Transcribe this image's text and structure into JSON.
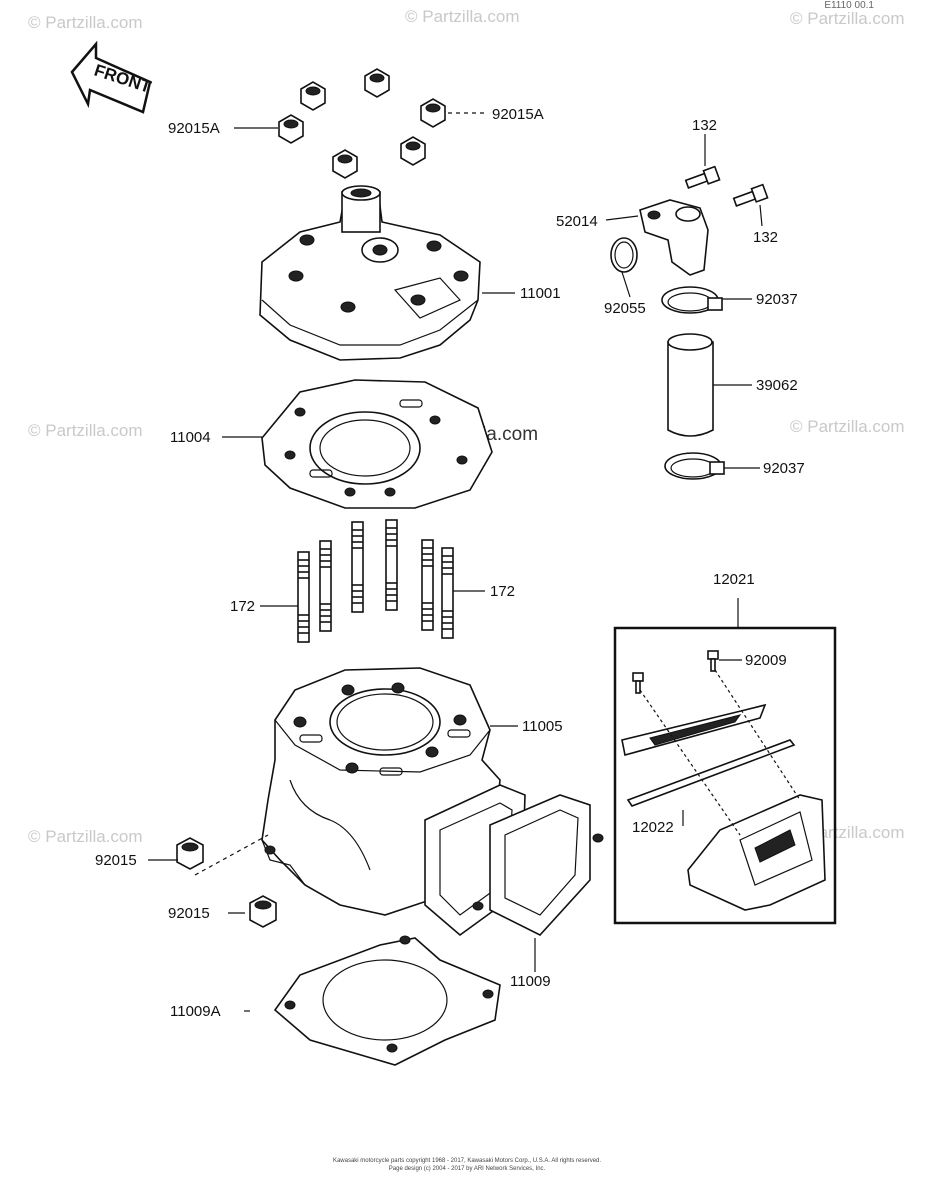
{
  "header_code": "E1110 00.1",
  "front_arrow_label": "FRONT",
  "watermarks": {
    "center": "© Partzilla.com",
    "edge": "© Partzilla.com"
  },
  "labels": {
    "nut_top_left": "92015A",
    "nut_top_right": "92015A",
    "bolt_top": "132",
    "bolt_right": "132",
    "fitting": "52014",
    "head": "11001",
    "oring": "92055",
    "clamp_top": "92037",
    "hose": "39062",
    "clamp_bottom": "92037",
    "head_gasket": "11004",
    "stud_left": "172",
    "stud_right": "172",
    "reed_assy": "12021",
    "reed_screw": "92009",
    "cylinder": "11005",
    "reed_plate": "12022",
    "nut_left": "92015",
    "nut_lower": "92015",
    "reed_gasket": "11009",
    "base_gasket": "11009A"
  },
  "footer": {
    "line1": "Kawasaki motorcycle parts copyright 1968 - 2017, Kawasaki Motors Corp., U.S.A.  All rights reserved.",
    "line2": "Page design (c) 2004 - 2017 by ARI Network Services, Inc."
  }
}
